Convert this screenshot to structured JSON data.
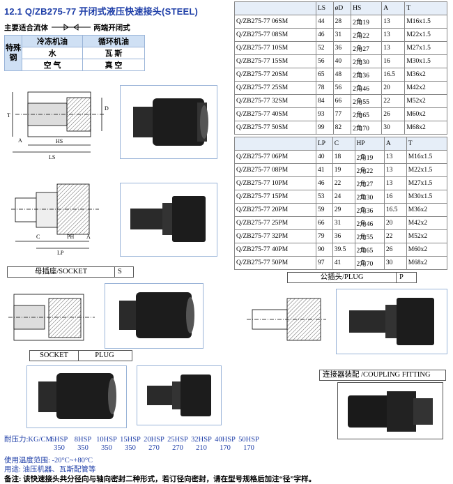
{
  "title": "12.1 Q/ZB275-77 开闭式液压快速接头(STEEL)",
  "subtitle": {
    "left": "主要适合流体",
    "right": "两端开闭式"
  },
  "media_table": {
    "side_label": "特殊钢",
    "headers": [
      "冷冻机油",
      "循环机油"
    ],
    "rows": [
      [
        "水",
        "瓦 斯"
      ],
      [
        "空 气",
        "真 空"
      ]
    ]
  },
  "socket_table": {
    "headers": [
      "",
      "LS",
      "øD",
      "HS",
      "A",
      "T"
    ],
    "rows": [
      [
        "Q/ZB275-77 06SM",
        "44",
        "28",
        "2角19",
        "13",
        "M16x1.5"
      ],
      [
        "Q/ZB275-77 08SM",
        "46",
        "31",
        "2角22",
        "13",
        "M22x1.5"
      ],
      [
        "Q/ZB275-77 10SM",
        "52",
        "36",
        "2角27",
        "13",
        "M27x1.5"
      ],
      [
        "Q/ZB275-77 15SM",
        "56",
        "40",
        "2角30",
        "16",
        "M30x1.5"
      ],
      [
        "Q/ZB275-77 20SM",
        "65",
        "48",
        "2角36",
        "16.5",
        "M36x2"
      ],
      [
        "Q/ZB275-77 25SM",
        "78",
        "56",
        "2角46",
        "20",
        "M42x2"
      ],
      [
        "Q/ZB275-77 32SM",
        "84",
        "66",
        "2角55",
        "22",
        "M52x2"
      ],
      [
        "Q/ZB275-77 40SM",
        "93",
        "77",
        "2角65",
        "26",
        "M60x2"
      ],
      [
        "Q/ZB275-77 50SM",
        "99",
        "82",
        "2角70",
        "30",
        "M68x2"
      ]
    ]
  },
  "plug_table": {
    "headers": [
      "",
      "LP",
      "C",
      "HP",
      "A",
      "T"
    ],
    "rows": [
      [
        "Q/ZB275-77 06PM",
        "40",
        "18",
        "2角19",
        "13",
        "M16x1.5"
      ],
      [
        "Q/ZB275-77 08PM",
        "41",
        "19",
        "2角22",
        "13",
        "M22x1.5"
      ],
      [
        "Q/ZB275-77 10PM",
        "46",
        "22",
        "2角27",
        "13",
        "M27x1.5"
      ],
      [
        "Q/ZB275-77 15PM",
        "53",
        "24",
        "2角30",
        "16",
        "M30x1.5"
      ],
      [
        "Q/ZB275-77 20PM",
        "59",
        "29",
        "2角36",
        "16.5",
        "M36x2"
      ],
      [
        "Q/ZB275-77 25PM",
        "66",
        "31",
        "2角46",
        "20",
        "M42x2"
      ],
      [
        "Q/ZB275-77 32PM",
        "79",
        "36",
        "2角55",
        "22",
        "M52x2"
      ],
      [
        "Q/ZB275-77 40PM",
        "90",
        "39.5",
        "2角65",
        "26",
        "M60x2"
      ],
      [
        "Q/ZB275-77 50PM",
        "97",
        "41",
        "2角70",
        "30",
        "M68x2"
      ]
    ]
  },
  "dim_labels": {
    "T": "T",
    "D": "D",
    "HS": "HS",
    "A": "A",
    "LS": "LS",
    "C": "C",
    "PH": "PH",
    "LP": "LP"
  },
  "labels": {
    "socket_cn": "母插座/SOCKET",
    "socket_code": "S",
    "plug_cn": "公插头/PLUG",
    "plug_code": "P",
    "socket": "SOCKET",
    "plug": "PLUG",
    "coupling": "连接器装配 /COUPLING FITTING"
  },
  "pressure": {
    "label": "耐压力:KG/CM",
    "models": [
      "6HSP",
      "8HSP",
      "10HSP",
      "15HSP",
      "20HSP",
      "25HSP",
      "32HSP",
      "40HSP",
      "50HSP"
    ],
    "values": [
      "350",
      "350",
      "350",
      "350",
      "270",
      "270",
      "210",
      "170",
      "170"
    ]
  },
  "temperature": "使用温度范围: -20°C~+80°C",
  "usage": "用途: 油压机器、瓦斯配管等",
  "note": "备注: 该快速接头共分径向与轴向密封二种形式，若订径向密封，请在型号规格后加注“径”字样。",
  "colors": {
    "title": "#1f3fa8",
    "border": "#9ab4d8",
    "header_fill": "#cfe0f4"
  }
}
